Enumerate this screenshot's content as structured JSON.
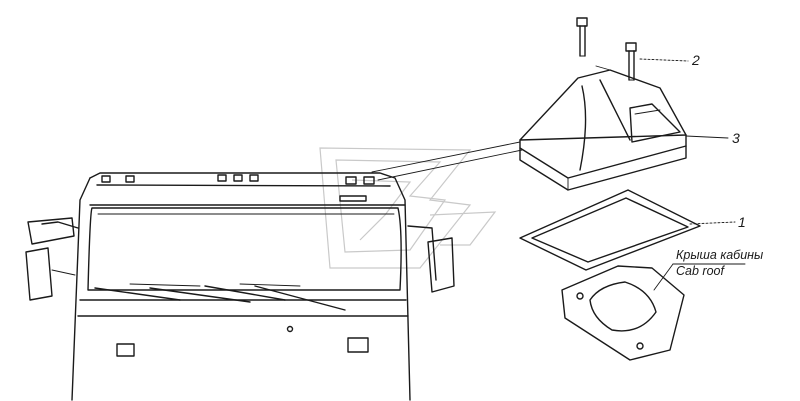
{
  "callouts": [
    {
      "number": "2",
      "part": "bolt"
    },
    {
      "number": "3",
      "part": "roof-lamp-housing"
    },
    {
      "number": "1",
      "part": "gasket"
    }
  ],
  "roof_label": {
    "ru": "Крыша кабины",
    "en": "Cab roof"
  },
  "colors": {
    "line": "#1a1a1a",
    "watermark": "#c9c9c9",
    "background": "#ffffff"
  }
}
